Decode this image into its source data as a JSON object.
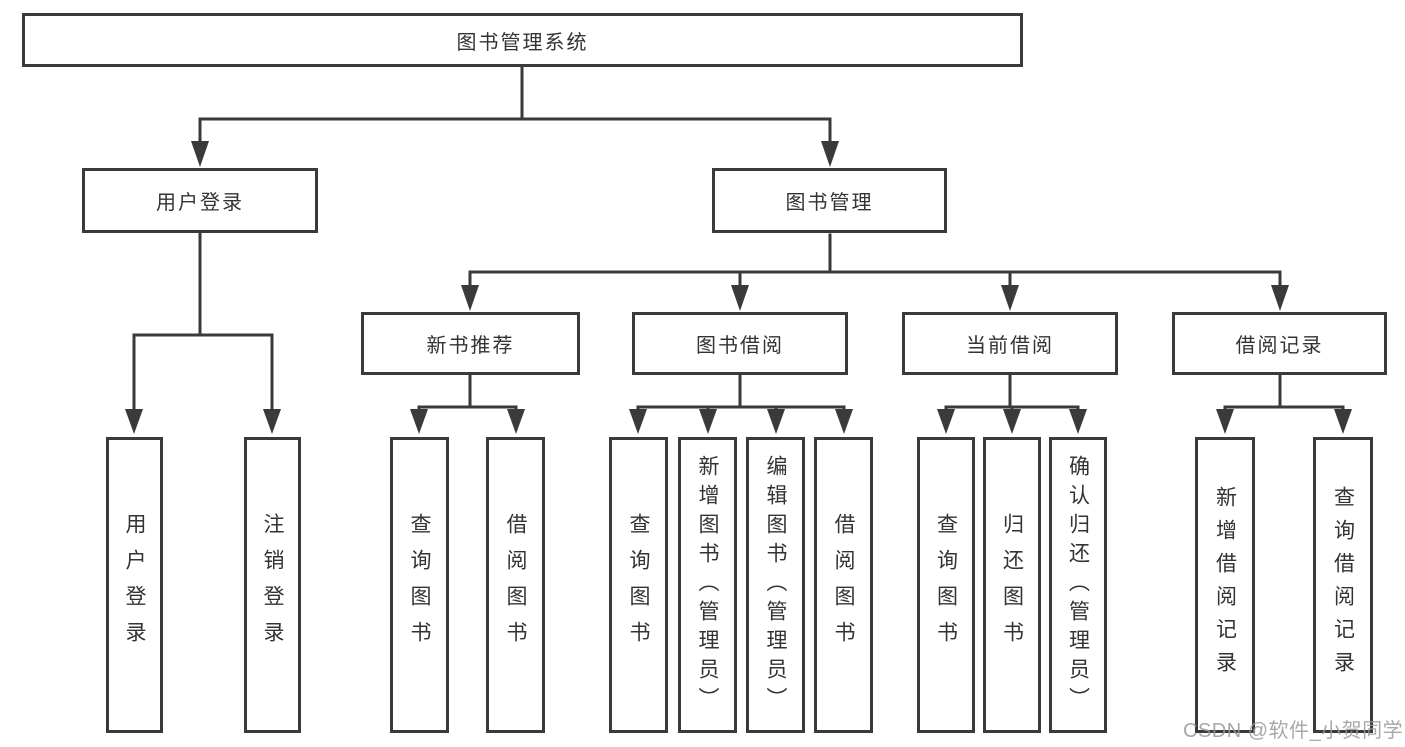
{
  "nodes": {
    "root": "图书管理系统",
    "user_login": "用户登录",
    "book_mgmt": "图书管理",
    "new_books": "新书推荐",
    "book_borrow": "图书借阅",
    "current_borrow": "当前借阅",
    "borrow_records": "借阅记录",
    "ul_login": "用户登录",
    "ul_logout": "注销登录",
    "nb_query": "查询图书",
    "nb_borrow": "借阅图书",
    "bb_query": "查询图书",
    "bb_add": "新增图书（管理员）",
    "bb_edit": "编辑图书（管理员）",
    "bb_borrow": "借阅图书",
    "cb_query": "查询图书",
    "cb_return": "归还图书",
    "cb_confirm": "确认归还（管理员）",
    "br_add": "新增借阅记录",
    "br_query": "查询借阅记录"
  },
  "watermark": "CSDN @软件_小贺同学",
  "colors": {
    "line": "#3a3a3a",
    "box_border": "#3a3a3a",
    "text": "#333333",
    "watermark": "#9a9a9a",
    "background": "#ffffff"
  }
}
